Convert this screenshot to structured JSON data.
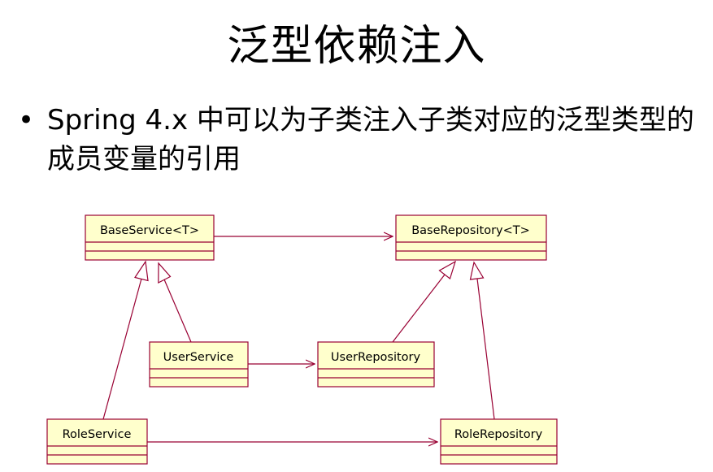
{
  "slide": {
    "title": "泛型依赖注入",
    "bullet_text": "Spring 4.x 中可以为子类注入子类对应的泛型类型的成员变量的引用"
  },
  "diagram": {
    "colors": {
      "box_fill": "#FFFFCC",
      "box_stroke": "#990033",
      "line": "#990033"
    },
    "classes": [
      {
        "id": "base-service",
        "name": "BaseService<T>"
      },
      {
        "id": "base-repository",
        "name": "BaseRepository<T>"
      },
      {
        "id": "user-service",
        "name": "UserService"
      },
      {
        "id": "user-repository",
        "name": "UserRepository"
      },
      {
        "id": "role-service",
        "name": "RoleService"
      },
      {
        "id": "role-repository",
        "name": "RoleRepository"
      }
    ],
    "relations": [
      {
        "type": "association",
        "from": "base-service",
        "to": "base-repository"
      },
      {
        "type": "association",
        "from": "user-service",
        "to": "user-repository"
      },
      {
        "type": "association",
        "from": "role-service",
        "to": "role-repository"
      },
      {
        "type": "generalization",
        "from": "user-service",
        "to": "base-service"
      },
      {
        "type": "generalization",
        "from": "role-service",
        "to": "base-service"
      },
      {
        "type": "generalization",
        "from": "user-repository",
        "to": "base-repository"
      },
      {
        "type": "generalization",
        "from": "role-repository",
        "to": "base-repository"
      }
    ]
  }
}
